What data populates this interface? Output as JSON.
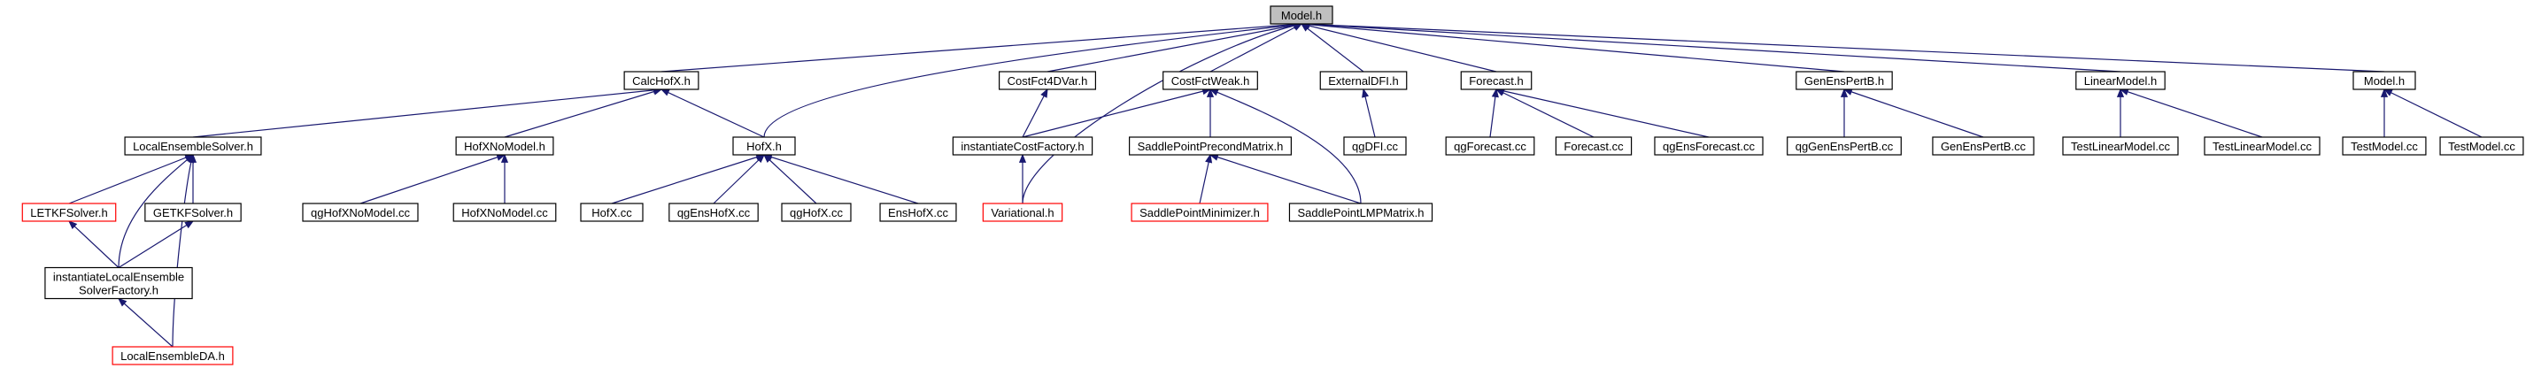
{
  "colors": {
    "edge": "#191970",
    "root_fill": "#bfbfbf",
    "node_fill": "#ffffff",
    "node_border": "#000000",
    "missing_border": "#ff0000"
  },
  "nodes": [
    {
      "id": "model_root",
      "lines": [
        "Model.h"
      ],
      "root": true
    },
    {
      "id": "calchofx",
      "lines": [
        "CalcHofX.h"
      ]
    },
    {
      "id": "costfct4dvar",
      "lines": [
        "CostFct4DVar.h"
      ]
    },
    {
      "id": "costfctweak",
      "lines": [
        "CostFctWeak.h"
      ]
    },
    {
      "id": "externaldfi",
      "lines": [
        "ExternalDFI.h"
      ]
    },
    {
      "id": "forecast",
      "lines": [
        "Forecast.h"
      ]
    },
    {
      "id": "genenspertb",
      "lines": [
        "GenEnsPertB.h"
      ]
    },
    {
      "id": "linearmodel",
      "lines": [
        "LinearModel.h"
      ]
    },
    {
      "id": "model_h2",
      "lines": [
        "Model.h"
      ]
    },
    {
      "id": "localensemblesolver",
      "lines": [
        "LocalEnsembleSolver.h"
      ]
    },
    {
      "id": "hofxnomodel",
      "lines": [
        "HofXNoModel.h"
      ]
    },
    {
      "id": "hofx",
      "lines": [
        "HofX.h"
      ]
    },
    {
      "id": "instcostfactory",
      "lines": [
        "instantiateCostFactory.h"
      ]
    },
    {
      "id": "saddleprecond",
      "lines": [
        "SaddlePointPrecondMatrix.h"
      ]
    },
    {
      "id": "qgdfi",
      "lines": [
        "qgDFI.cc"
      ]
    },
    {
      "id": "qgforecast",
      "lines": [
        "qgForecast.cc"
      ]
    },
    {
      "id": "forecastcc",
      "lines": [
        "Forecast.cc"
      ]
    },
    {
      "id": "qgensforecast",
      "lines": [
        "qgEnsForecast.cc"
      ]
    },
    {
      "id": "qggenenspertb",
      "lines": [
        "qgGenEnsPertB.cc"
      ]
    },
    {
      "id": "genenspertbcc",
      "lines": [
        "GenEnsPertB.cc"
      ]
    },
    {
      "id": "testlinearmodel",
      "lines": [
        "TestLinearModel.cc"
      ]
    },
    {
      "id": "testlinearmodel2",
      "lines": [
        "TestLinearModel.cc"
      ]
    },
    {
      "id": "testmodel",
      "lines": [
        "TestModel.cc"
      ]
    },
    {
      "id": "testmodel2",
      "lines": [
        "TestModel.cc"
      ]
    },
    {
      "id": "letkf",
      "lines": [
        "LETKFSolver.h"
      ],
      "missing": true
    },
    {
      "id": "getkf",
      "lines": [
        "GETKFSolver.h"
      ]
    },
    {
      "id": "qghofxnomodel",
      "lines": [
        "qgHofXNoModel.cc"
      ]
    },
    {
      "id": "hofxnomodelcc",
      "lines": [
        "HofXNoModel.cc"
      ]
    },
    {
      "id": "hofxcc",
      "lines": [
        "HofX.cc"
      ]
    },
    {
      "id": "qgenshofx",
      "lines": [
        "qgEnsHofX.cc"
      ]
    },
    {
      "id": "qghofx",
      "lines": [
        "qgHofX.cc"
      ]
    },
    {
      "id": "enshofx",
      "lines": [
        "EnsHofX.cc"
      ]
    },
    {
      "id": "variational",
      "lines": [
        "Variational.h"
      ],
      "missing": true
    },
    {
      "id": "saddleminimizer",
      "lines": [
        "SaddlePointMinimizer.h"
      ],
      "missing": true
    },
    {
      "id": "saddlelmp",
      "lines": [
        "SaddlePointLMPMatrix.h"
      ]
    },
    {
      "id": "instlocalfactory",
      "lines": [
        "instantiateLocalEnsemble",
        "SolverFactory.h"
      ]
    },
    {
      "id": "localensembleda",
      "lines": [
        "LocalEnsembleDA.h"
      ],
      "missing": true
    }
  ],
  "edges": [
    [
      "calchofx",
      "model_root"
    ],
    [
      "hofx",
      "model_root"
    ],
    [
      "variational",
      "model_root"
    ],
    [
      "costfct4dvar",
      "model_root"
    ],
    [
      "costfctweak",
      "model_root"
    ],
    [
      "externaldfi",
      "model_root"
    ],
    [
      "forecast",
      "model_root"
    ],
    [
      "genenspertb",
      "model_root"
    ],
    [
      "linearmodel",
      "model_root"
    ],
    [
      "model_h2",
      "model_root"
    ],
    [
      "localensemblesolver",
      "calchofx"
    ],
    [
      "hofxnomodel",
      "calchofx"
    ],
    [
      "hofx",
      "calchofx"
    ],
    [
      "instcostfactory",
      "costfct4dvar"
    ],
    [
      "instcostfactory",
      "costfctweak"
    ],
    [
      "saddleprecond",
      "costfctweak"
    ],
    [
      "saddlelmp",
      "costfctweak"
    ],
    [
      "qgdfi",
      "externaldfi"
    ],
    [
      "qgforecast",
      "forecast"
    ],
    [
      "forecastcc",
      "forecast"
    ],
    [
      "qgensforecast",
      "forecast"
    ],
    [
      "qggenenspertb",
      "genenspertb"
    ],
    [
      "genenspertbcc",
      "genenspertb"
    ],
    [
      "testlinearmodel",
      "linearmodel"
    ],
    [
      "testlinearmodel2",
      "linearmodel"
    ],
    [
      "testmodel",
      "model_h2"
    ],
    [
      "testmodel2",
      "model_h2"
    ],
    [
      "letkf",
      "localensemblesolver"
    ],
    [
      "getkf",
      "localensemblesolver"
    ],
    [
      "instlocalfactory",
      "localensemblesolver"
    ],
    [
      "localensembleda",
      "localensemblesolver"
    ],
    [
      "qghofxnomodel",
      "hofxnomodel"
    ],
    [
      "hofxnomodelcc",
      "hofxnomodel"
    ],
    [
      "hofxcc",
      "hofx"
    ],
    [
      "qgenshofx",
      "hofx"
    ],
    [
      "qghofx",
      "hofx"
    ],
    [
      "enshofx",
      "hofx"
    ],
    [
      "variational",
      "instcostfactory"
    ],
    [
      "saddleminimizer",
      "saddleprecond"
    ],
    [
      "saddlelmp",
      "saddleprecond"
    ],
    [
      "instlocalfactory",
      "letkf"
    ],
    [
      "instlocalfactory",
      "getkf"
    ],
    [
      "localensembleda",
      "instlocalfactory"
    ]
  ]
}
